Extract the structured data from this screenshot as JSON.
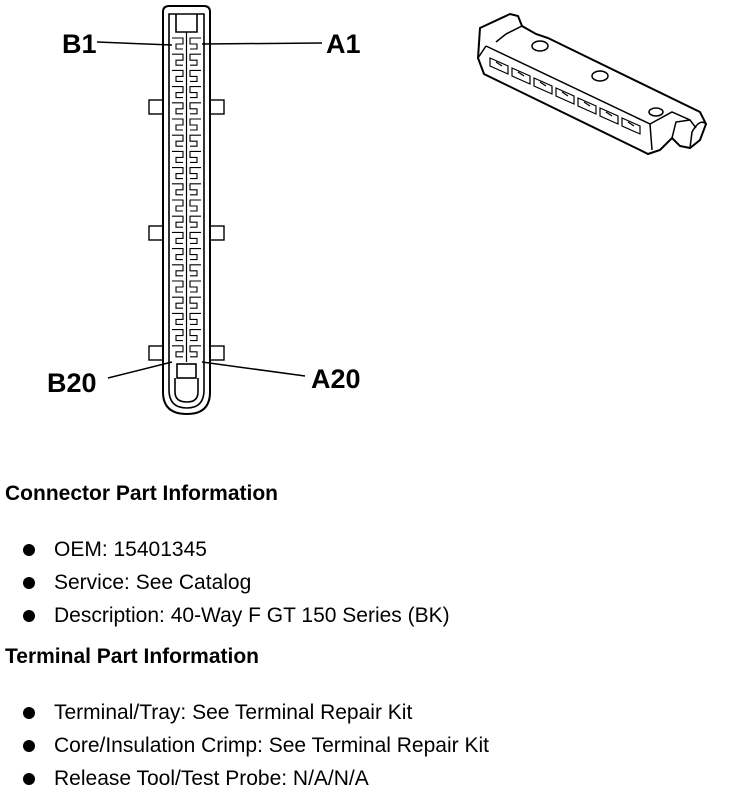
{
  "diagram": {
    "pin_labels": {
      "b1": "B1",
      "a1": "A1",
      "b20": "B20",
      "a20": "A20"
    },
    "face_view": "connector-face-view",
    "iso_view": "connector-isometric-view"
  },
  "connector_info": {
    "heading": "Connector Part Information",
    "items": [
      "OEM: 15401345",
      "Service: See Catalog",
      "Description: 40-Way F GT 150 Series (BK)"
    ]
  },
  "terminal_info": {
    "heading": "Terminal Part Information",
    "items": [
      "Terminal/Tray: See Terminal Repair Kit",
      "Core/Insulation Crimp: See Terminal Repair Kit",
      "Release Tool/Test Probe: N/A/N/A"
    ]
  }
}
